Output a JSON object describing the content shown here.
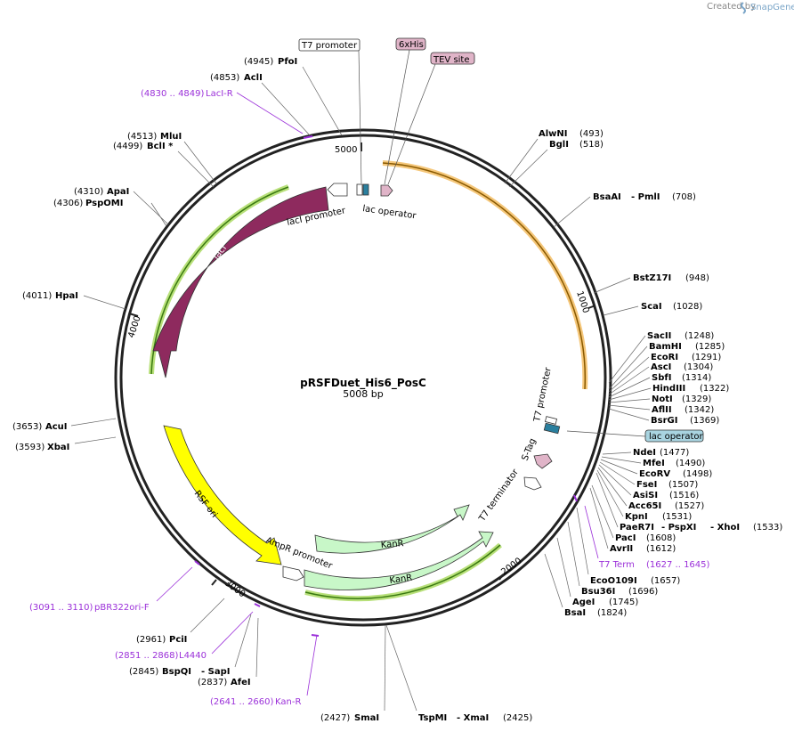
{
  "watermark": {
    "created_by": "Created by",
    "brand": "SnapGene"
  },
  "plasmid": {
    "name": "pRSFDuet_His6_PosC",
    "length_label": "5008 bp"
  },
  "ticks": [
    {
      "label": "1000"
    },
    {
      "label": "2000"
    },
    {
      "label": "3000"
    },
    {
      "label": "4000"
    },
    {
      "label": "5000"
    }
  ],
  "features": {
    "lacI": "lacI",
    "lacI_promoter": "lacI promoter",
    "lac_operator": "lac operator",
    "lac_operator_box": "lac operator",
    "rsf_ori": "RSF ori",
    "ampr_promoter": "AmpR promoter",
    "kanr_1": "KanR",
    "kanr_2": "KanR",
    "t7_promoter": "T7 promoter",
    "s_tag": "S-Tag",
    "t7_terminator": "T7 terminator",
    "t7_promoter_top": "T7 promoter",
    "his6": "6xHis",
    "tev_site": "TEV site"
  },
  "left_labels": [
    {
      "pos": "(4945)",
      "name": "PfoI"
    },
    {
      "pos": "(4853)",
      "name": "AclI"
    },
    {
      "pos": "(4513)",
      "name": "MluI"
    },
    {
      "pos": "(4499)",
      "name": "BclI *"
    },
    {
      "pos": "(4310)",
      "name": "ApaI"
    },
    {
      "pos": "(4306)",
      "name": "PspOMI"
    },
    {
      "pos": "(4011)",
      "name": "HpaI"
    },
    {
      "pos": "(3653)",
      "name": "AcuI"
    },
    {
      "pos": "(3593)",
      "name": "XbaI"
    },
    {
      "pos": "(2961)",
      "name": "PciI"
    },
    {
      "pos": "(2845)",
      "name": "BspQI",
      "name2": "- SapI"
    },
    {
      "pos": "(2837)",
      "name": "AfeI"
    },
    {
      "pos": "(2427)",
      "name": "SmaI"
    }
  ],
  "primers": {
    "laci_r": {
      "pos": "(4830 .. 4849)",
      "name": "LacI-R"
    },
    "pbr322": {
      "pos": "(3091 .. 3110)",
      "name": "pBR322ori-F"
    },
    "l4440": {
      "pos": "(2851 .. 2868)",
      "name": "L4440"
    },
    "kan_r": {
      "pos": "(2641 .. 2660)",
      "name": "Kan-R"
    },
    "t7_term": {
      "name": "T7 Term",
      "pos": "(1627 .. 1645)"
    }
  },
  "right_labels": [
    {
      "name": "AlwNI",
      "pos": "(493)"
    },
    {
      "name": "BglI",
      "pos": "(518)"
    },
    {
      "name": "BsaAI",
      "name2": "- PmlI",
      "pos": "(708)"
    },
    {
      "name": "BstZ17I",
      "pos": "(948)"
    },
    {
      "name": "ScaI",
      "pos": "(1028)"
    },
    {
      "name": "SacII",
      "pos": "(1248)"
    },
    {
      "name": "BamHI",
      "pos": "(1285)"
    },
    {
      "name": "EcoRI",
      "pos": "(1291)"
    },
    {
      "name": "AscI",
      "pos": "(1304)"
    },
    {
      "name": "SbfI",
      "pos": "(1314)"
    },
    {
      "name": "HindIII",
      "pos": "(1322)"
    },
    {
      "name": "NotI",
      "pos": "(1329)"
    },
    {
      "name": "AflII",
      "pos": "(1342)"
    },
    {
      "name": "BsrGI",
      "pos": "(1369)"
    },
    {
      "name": "NdeI",
      "pos": "(1477)"
    },
    {
      "name": "MfeI",
      "pos": "(1490)"
    },
    {
      "name": "EcoRV",
      "pos": "(1498)"
    },
    {
      "name": "FseI",
      "pos": "(1507)"
    },
    {
      "name": "AsiSI",
      "pos": "(1516)"
    },
    {
      "name": "Acc65I",
      "pos": "(1527)"
    },
    {
      "name": "KpnI",
      "pos": "(1531)"
    },
    {
      "name": "PaeR7I",
      "name2": "- PspXI",
      "name3": "- XhoI",
      "pos": "(1533)"
    },
    {
      "name": "PacI",
      "pos": "(1608)"
    },
    {
      "name": "AvrII",
      "pos": "(1612)"
    },
    {
      "name": "EcoO109I",
      "pos": "(1657)"
    },
    {
      "name": "Bsu36I",
      "pos": "(1696)"
    },
    {
      "name": "AgeI",
      "pos": "(1745)"
    },
    {
      "name": "BsaI",
      "pos": "(1824)"
    },
    {
      "name": "TspMI",
      "name2": "- XmaI",
      "pos": "(2425)"
    }
  ],
  "colors": {
    "lacI": "#8e2a5e",
    "rsf_ori": "#ffff00",
    "kanr": "#c8f7c8",
    "his_tev": "#e0b4c8",
    "lac_operator": "#2a7f9e",
    "orange_band": "#f5c77a",
    "green_band": "#b8e07a",
    "primer": "#9b30d9"
  }
}
